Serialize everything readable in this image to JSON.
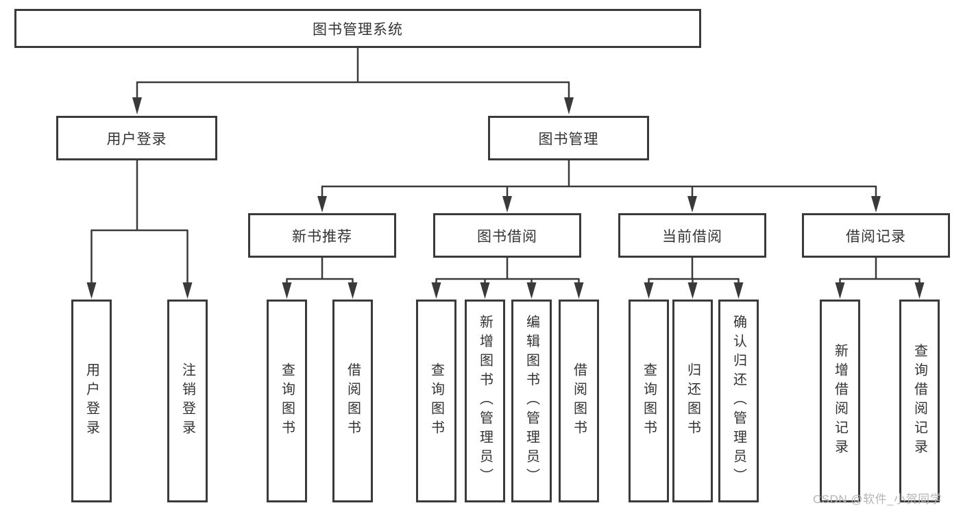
{
  "colors": {
    "line": "#3a3a3a",
    "text": "#333333",
    "watermark": "#b5b5b5",
    "background": "#ffffff"
  },
  "diagram": {
    "root_label": "图书管理系统",
    "login_branch": {
      "label": "用户登录",
      "children": [
        {
          "label": "用户登录"
        },
        {
          "label": "注销登录"
        }
      ]
    },
    "management_branch": {
      "label": "图书管理",
      "sections": [
        {
          "label": "新书推荐",
          "children": [
            {
              "label": "查询图书"
            },
            {
              "label": "借阅图书"
            }
          ]
        },
        {
          "label": "图书借阅",
          "children": [
            {
              "label": "查询图书"
            },
            {
              "label": "新增图书（管理员）"
            },
            {
              "label": "编辑图书（管理员）"
            },
            {
              "label": "借阅图书"
            }
          ]
        },
        {
          "label": "当前借阅",
          "children": [
            {
              "label": "查询图书"
            },
            {
              "label": "归还图书"
            },
            {
              "label": "确认归还（管理员）"
            }
          ]
        },
        {
          "label": "借阅记录",
          "children": [
            {
              "label": "新增借阅记录"
            },
            {
              "label": "查询借阅记录"
            }
          ]
        }
      ]
    }
  },
  "watermark": {
    "text": "CSDN @软件_小贺同学"
  }
}
